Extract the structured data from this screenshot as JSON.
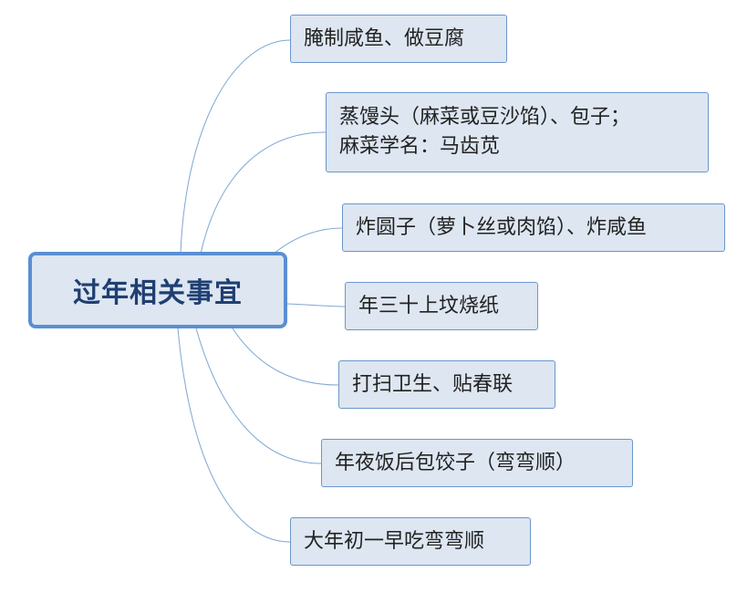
{
  "root": {
    "label": "过年相关事宜"
  },
  "branches": [
    {
      "lines": [
        "腌制咸鱼、做豆腐"
      ]
    },
    {
      "lines": [
        "蒸馒头（麻菜或豆沙馅）、包子；",
        "麻菜学名：马齿苋"
      ]
    },
    {
      "lines": [
        "炸圆子（萝卜丝或肉馅）、炸咸鱼"
      ]
    },
    {
      "lines": [
        "年三十上坟烧纸"
      ]
    },
    {
      "lines": [
        "打扫卫生、贴春联"
      ]
    },
    {
      "lines": [
        "年夜饭后包饺子（弯弯顺）"
      ]
    },
    {
      "lines": [
        "大年初一早吃弯弯顺"
      ]
    }
  ],
  "colors": {
    "node_fill": "#dde6f1",
    "root_border": "#5b8fd2",
    "node_border": "#6b96cc",
    "connector": "#7fa6d3",
    "root_text": "#1f3f72"
  }
}
